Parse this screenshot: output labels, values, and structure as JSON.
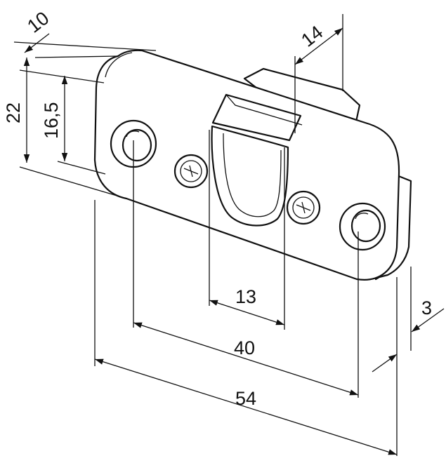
{
  "colors": {
    "line": "#111111",
    "background": "#ffffff"
  },
  "dimensions": {
    "depth": "10",
    "width_right": "14",
    "height_total": "22",
    "height_inner": "16,5",
    "slot_width": "13",
    "hole_spacing": "40",
    "total_length": "54",
    "thickness": "3"
  }
}
